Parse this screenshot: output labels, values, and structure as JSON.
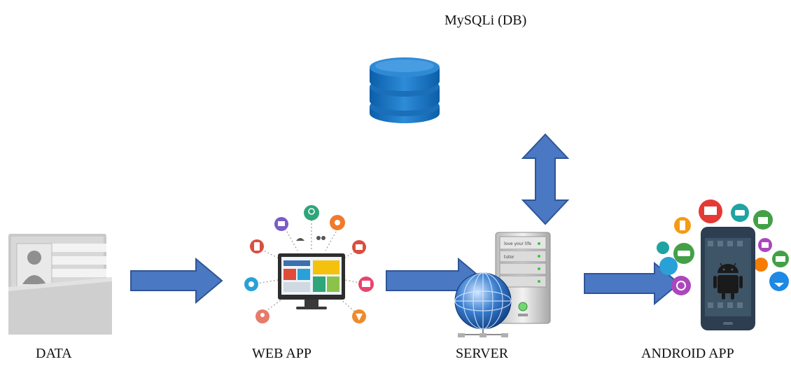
{
  "db": {
    "label": "MySQLi (DB)",
    "icon": "database-icon"
  },
  "nodes": [
    {
      "label": "DATA",
      "icon": "folder-profile-icon"
    },
    {
      "label": "WEB APP",
      "icon": "web-app-monitor-icon"
    },
    {
      "label": "SERVER",
      "icon": "server-globe-icon"
    },
    {
      "label": "ANDROID APP",
      "icon": "android-phone-icon"
    }
  ],
  "server_panel_text": {
    "line1": "love your life",
    "line2": "tutor"
  },
  "colors": {
    "arrow_fill": "#4a78c2",
    "arrow_stroke": "#2f5597",
    "db_blue": "#1a6fb8"
  }
}
